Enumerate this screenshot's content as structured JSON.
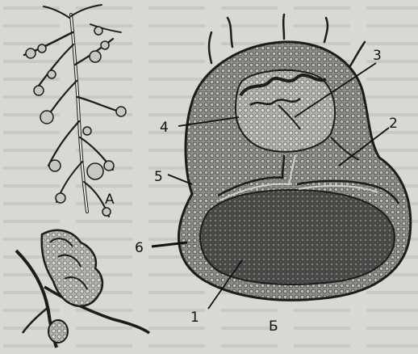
{
  "figure": {
    "panel_labels": {
      "a": "А",
      "b": "Б"
    },
    "callouts": [
      "1",
      "2",
      "3",
      "4",
      "5",
      "6"
    ]
  }
}
